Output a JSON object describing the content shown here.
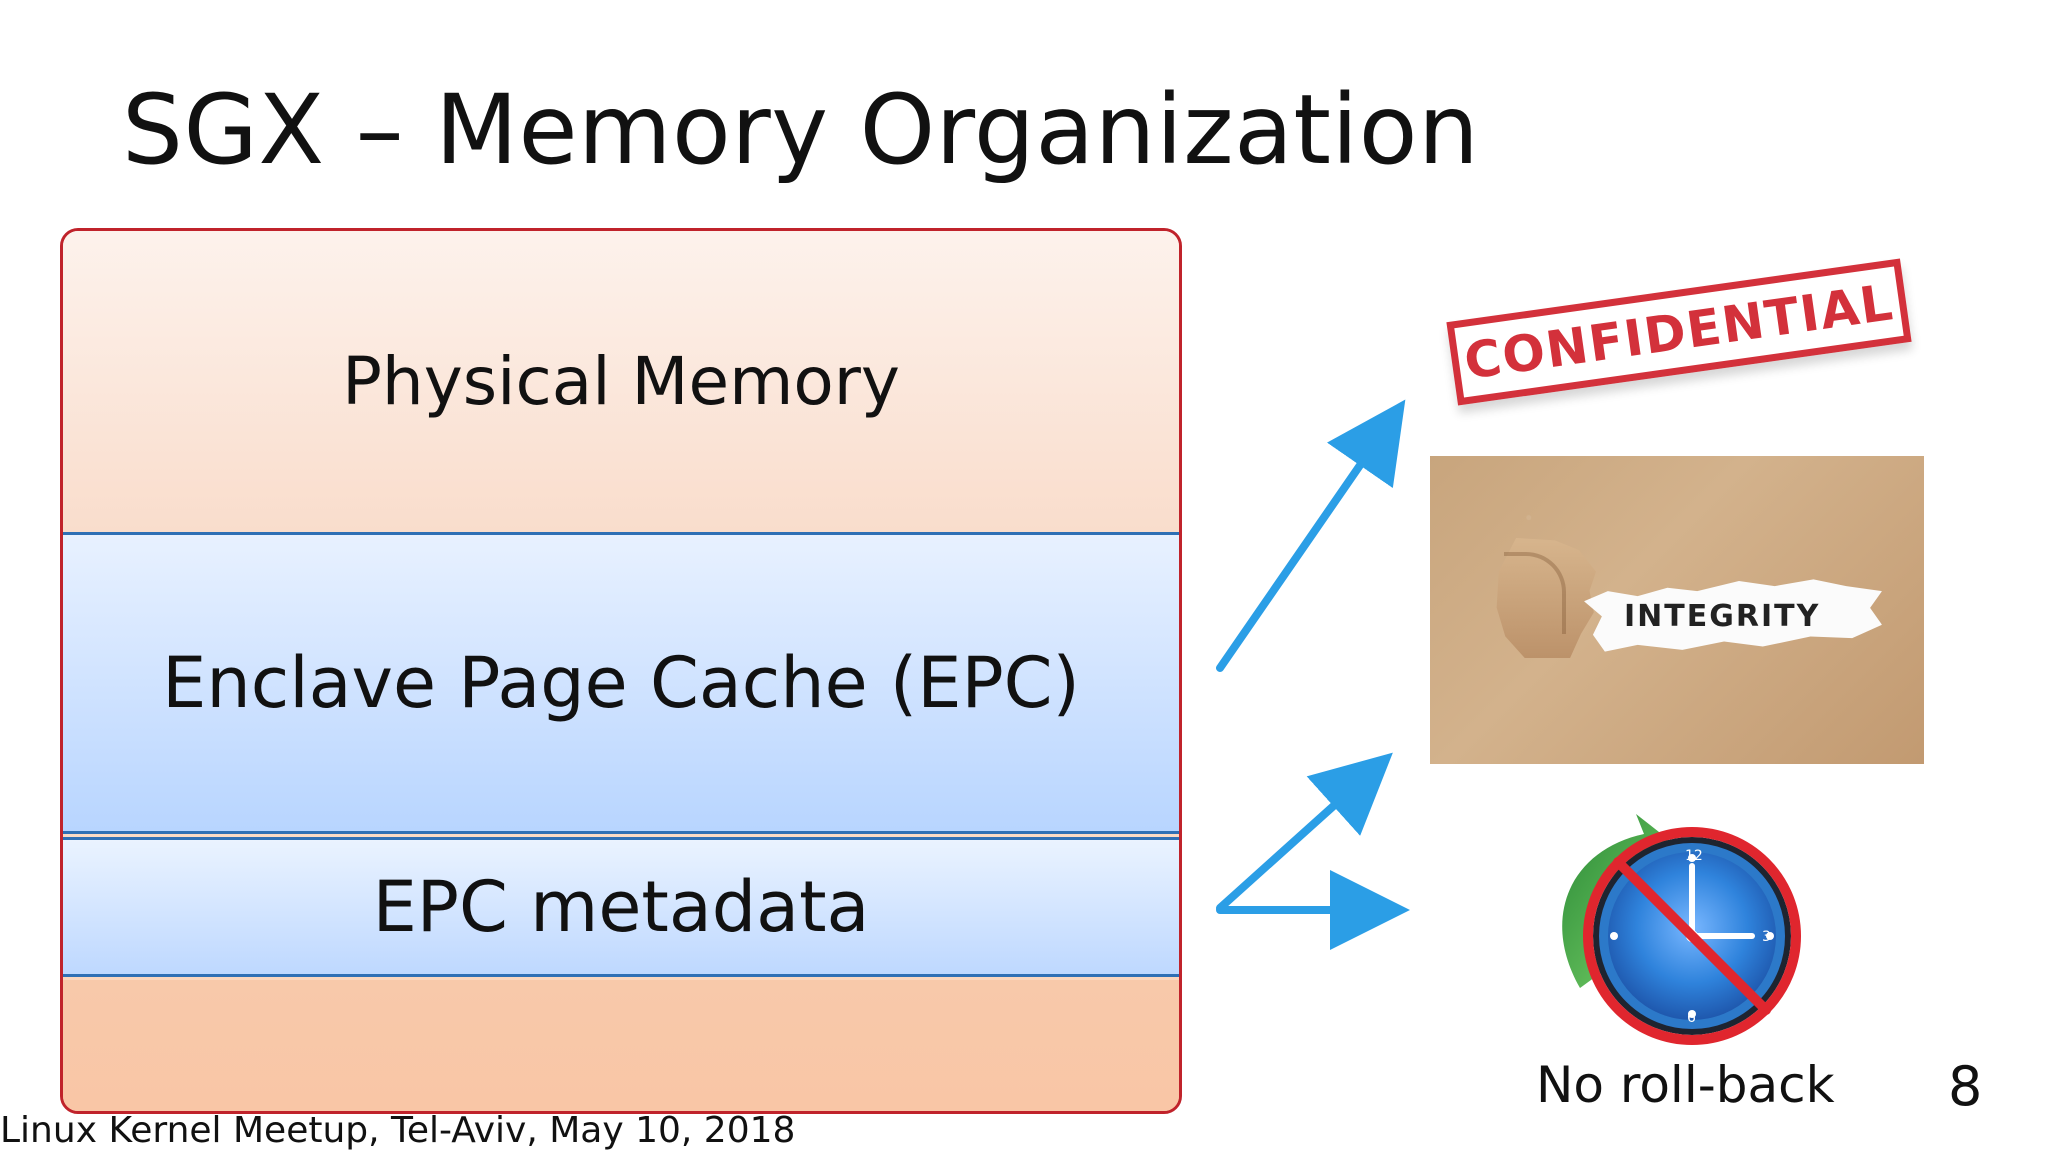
{
  "slide": {
    "title": "SGX – Memory Organization",
    "page_number": "8",
    "footer": "Linux Kernel Meetup, Tel-Aviv, May 10, 2018"
  },
  "memory": {
    "physical_label": "Physical Memory",
    "epc_label": "Enclave Page Cache (EPC)",
    "metadata_label": "EPC metadata"
  },
  "visuals": {
    "confidential_label": "CONFIDENTIAL",
    "integrity_label": "INTEGRITY",
    "no_rollback_label": "No roll-back"
  },
  "colors": {
    "title_text": "#111111",
    "stack_border": "#c0232b",
    "layer_divider": "#2f6fb5",
    "arrow": "#2b9ee6",
    "stamp": "#d3313b",
    "clock_blue": "#2c79c9",
    "clock_green": "#42a845"
  },
  "icons": {
    "confidential": "confidential-stamp-icon",
    "integrity": "torn-paper-integrity-icon",
    "no_rollback": "no-rollback-clock-icon",
    "arrow_confidentiality": "arrow-up-right-icon",
    "arrow_integrity": "arrow-up-right-icon",
    "arrow_rollback": "arrow-right-icon"
  }
}
